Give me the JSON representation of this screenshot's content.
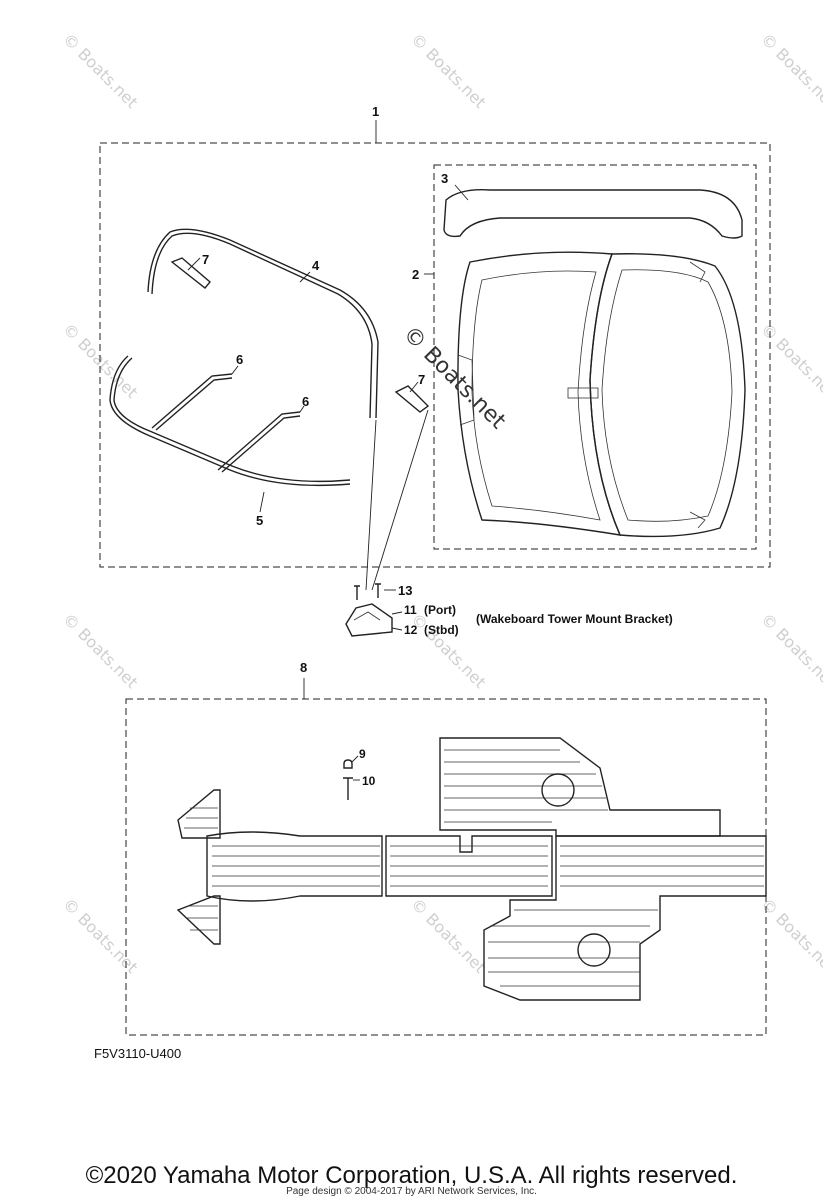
{
  "diagram": {
    "callouts": {
      "c1": "1",
      "c2": "2",
      "c3": "3",
      "c4": "4",
      "c5": "5",
      "c6a": "6",
      "c6b": "6",
      "c7a": "7",
      "c7b": "7",
      "c8": "8",
      "c9": "9",
      "c10": "10",
      "c11": "11",
      "c11_side": "(Port)",
      "c12": "12",
      "c12_side": "(Stbd)",
      "c13": "13"
    },
    "bracket_note": "(Wakeboard Tower Mount Bracket)",
    "drawing_code": "F5V3110-U400",
    "watermark_main": "© Boats.net",
    "watermark_tile": "© Boats.net"
  },
  "footer": {
    "copyright": "©2020 Yamaha Motor Corporation, U.S.A. All rights reserved.",
    "credit": "Page design © 2004-2017 by ARI Network Services, Inc."
  }
}
